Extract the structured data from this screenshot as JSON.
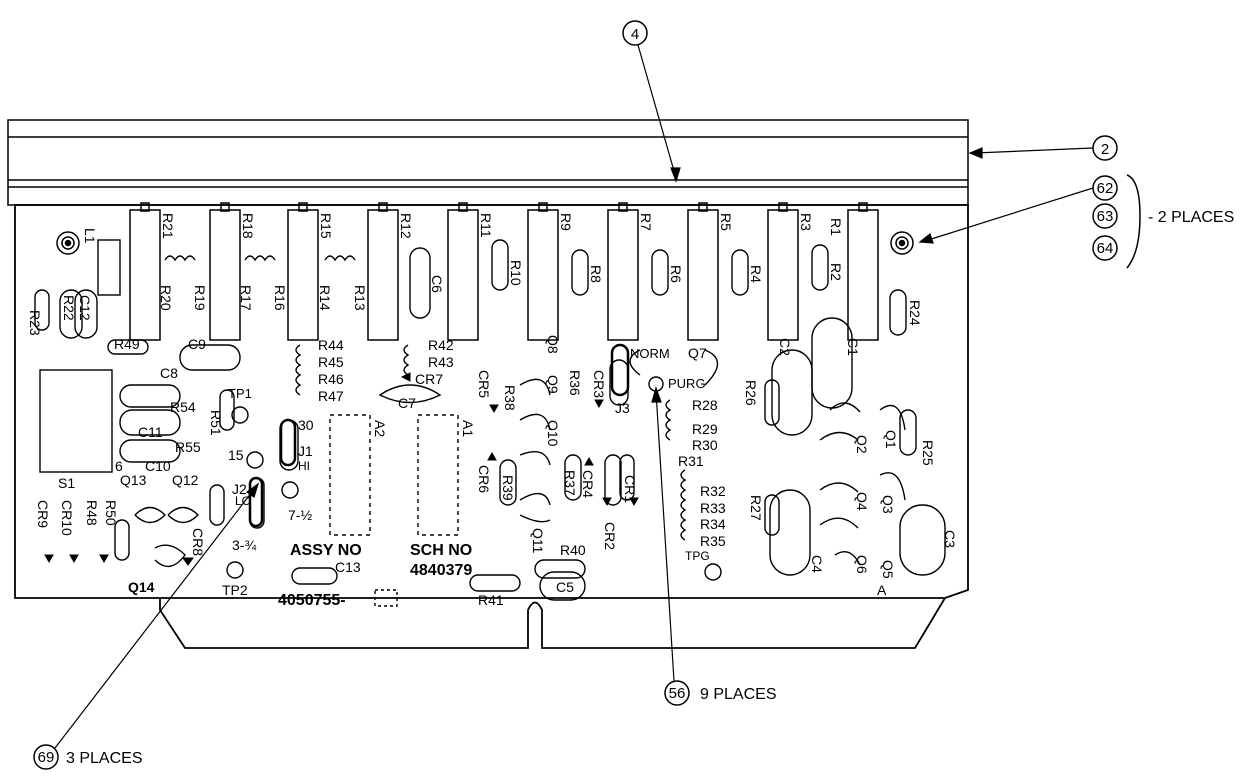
{
  "callouts": {
    "c4": "4",
    "c2": "2",
    "c62": "62",
    "c63": "63",
    "c64": "64",
    "two_places": "- 2 PLACES",
    "c56": "56",
    "nine_places": "9 PLACES",
    "c69": "69",
    "three_places": "3 PLACES"
  },
  "board": {
    "assy_no_label": "ASSY NO",
    "assy_no": "4050755-",
    "sch_no_label": "SCH NO",
    "sch_no": "4840379"
  },
  "labels": {
    "L1": "L1",
    "R21": "R21",
    "R18": "R18",
    "R15": "R15",
    "R12": "R12",
    "R11": "R11",
    "R9": "R9",
    "R7": "R7",
    "R5": "R5",
    "R3": "R3",
    "R1": "R1",
    "R2": "R2",
    "R20": "R20",
    "R19": "R19",
    "R17": "R17",
    "R16": "R16",
    "R14": "R14",
    "R13": "R13",
    "C6": "C6",
    "R10": "R10",
    "R8": "R8",
    "R6": "R6",
    "R4": "R4",
    "R24": "R24",
    "R23": "R23",
    "R22": "R22",
    "C12": "C12",
    "R49": "R49",
    "C9": "C9",
    "R44": "R44",
    "R45": "R45",
    "R46": "R46",
    "R47": "R47",
    "R42": "R42",
    "R43": "R43",
    "CR7": "CR7",
    "C7": "C7",
    "Q8": "Q8",
    "NORM": "NORM",
    "Q7": "Q7",
    "C2": "C2",
    "C1": "C1",
    "C8": "C8",
    "TP1": "TP1",
    "CR5": "CR5",
    "R38": "R38",
    "Q9": "Q9",
    "R36": "R36",
    "CR3": "CR3",
    "J3": "J3",
    "PURG": "PURG",
    "R26": "R26",
    "R54": "R54",
    "R51": "R51",
    "30": "30",
    "A2": "A2",
    "A1": "A1",
    "R28": "R28",
    "R29": "R29",
    "R30": "R30",
    "R31": "R31",
    "C11": "C11",
    "R55": "R55",
    "15": "15",
    "J1": "J1",
    "HI": "HI",
    "Q10": "Q10",
    "Q2": "Q2",
    "Q1": "Q1",
    "R25": "R25",
    "C10": "C10",
    "6": "6",
    "S1": "S1",
    "Q13": "Q13",
    "Q12": "Q12",
    "J2": "J2",
    "LO": "LO",
    "7-1/2": "7-½",
    "CR6": "CR6",
    "R39": "R39",
    "R37": "R37",
    "CR4": "CR4",
    "CR1": "CR1",
    "R32": "R32",
    "R33": "R33",
    "R34": "R34",
    "R35": "R35",
    "R27": "R27",
    "Q4": "Q4",
    "Q3": "Q3",
    "C3": "C3",
    "CR9": "CR9",
    "CR10": "CR10",
    "R48": "R48",
    "R50": "R50",
    "CR8": "CR8",
    "3-3/4": "3-¾",
    "Q11": "Q11",
    "CR2": "CR2",
    "R40": "R40",
    "TPG": "TPG",
    "C4": "C4",
    "Q6": "Q6",
    "Q5": "Q5",
    "A": "A",
    "Q14": "Q14",
    "TP2": "TP2",
    "C13": "C13",
    "R41": "R41",
    "C5": "C5"
  }
}
